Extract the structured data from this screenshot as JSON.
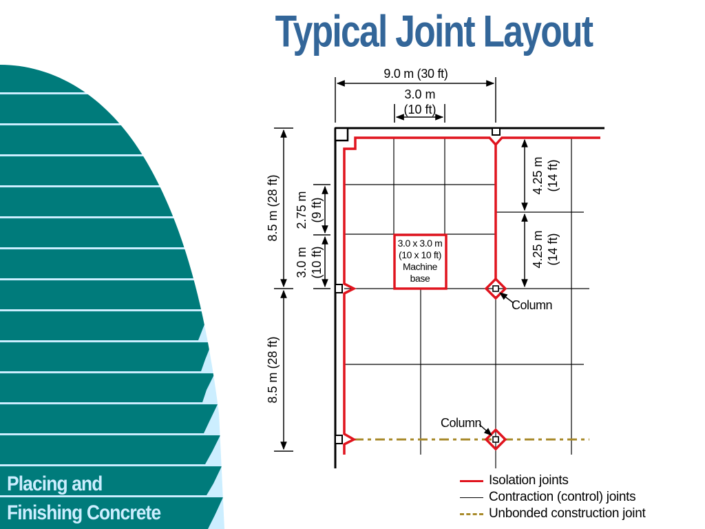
{
  "slide": {
    "title": "Typical Joint Layout",
    "subtitle_line1": "Placing and",
    "subtitle_line2": "Finishing Concrete",
    "colors": {
      "title": "#336699",
      "deco_teal": "#007b7b",
      "deco_light": "#cceeff",
      "isolation_joint": "#e0141e",
      "contraction_joint": "#000000",
      "construction_joint": "#a88a2a"
    }
  },
  "diagram": {
    "dimensions": {
      "top_overall": "9.0 m (30 ft)",
      "top_panel_line1": "3.0 m",
      "top_panel_line2": "(10 ft)",
      "left_upper": "8.5 m (28 ft)",
      "left_lower": "8.5 m (28 ft)",
      "left_inner_a_line1": "2.75 m",
      "left_inner_a_line2": "(9 ft)",
      "left_inner_b_line1": "3.0 m",
      "left_inner_b_line2": "(10 ft)",
      "right_upper_line1": "4.25 m",
      "right_upper_line2": "(14 ft)",
      "right_lower_line1": "4.25 m",
      "right_lower_line2": "(14 ft)"
    },
    "machine_base": {
      "line1": "3.0 x 3.0 m",
      "line2": "(10 x 10 ft)",
      "line3": "Machine",
      "line4": "base"
    },
    "column_label_1": "Column",
    "column_label_2": "Column"
  },
  "legend": {
    "items": [
      {
        "label": "Isolation joints",
        "style": "solid-thick",
        "color": "#e0141e"
      },
      {
        "label": "Contraction (control) joints",
        "style": "solid-thin",
        "color": "#000000"
      },
      {
        "label": "Unbonded construction joint",
        "style": "dashed",
        "color": "#a88a2a"
      }
    ]
  }
}
